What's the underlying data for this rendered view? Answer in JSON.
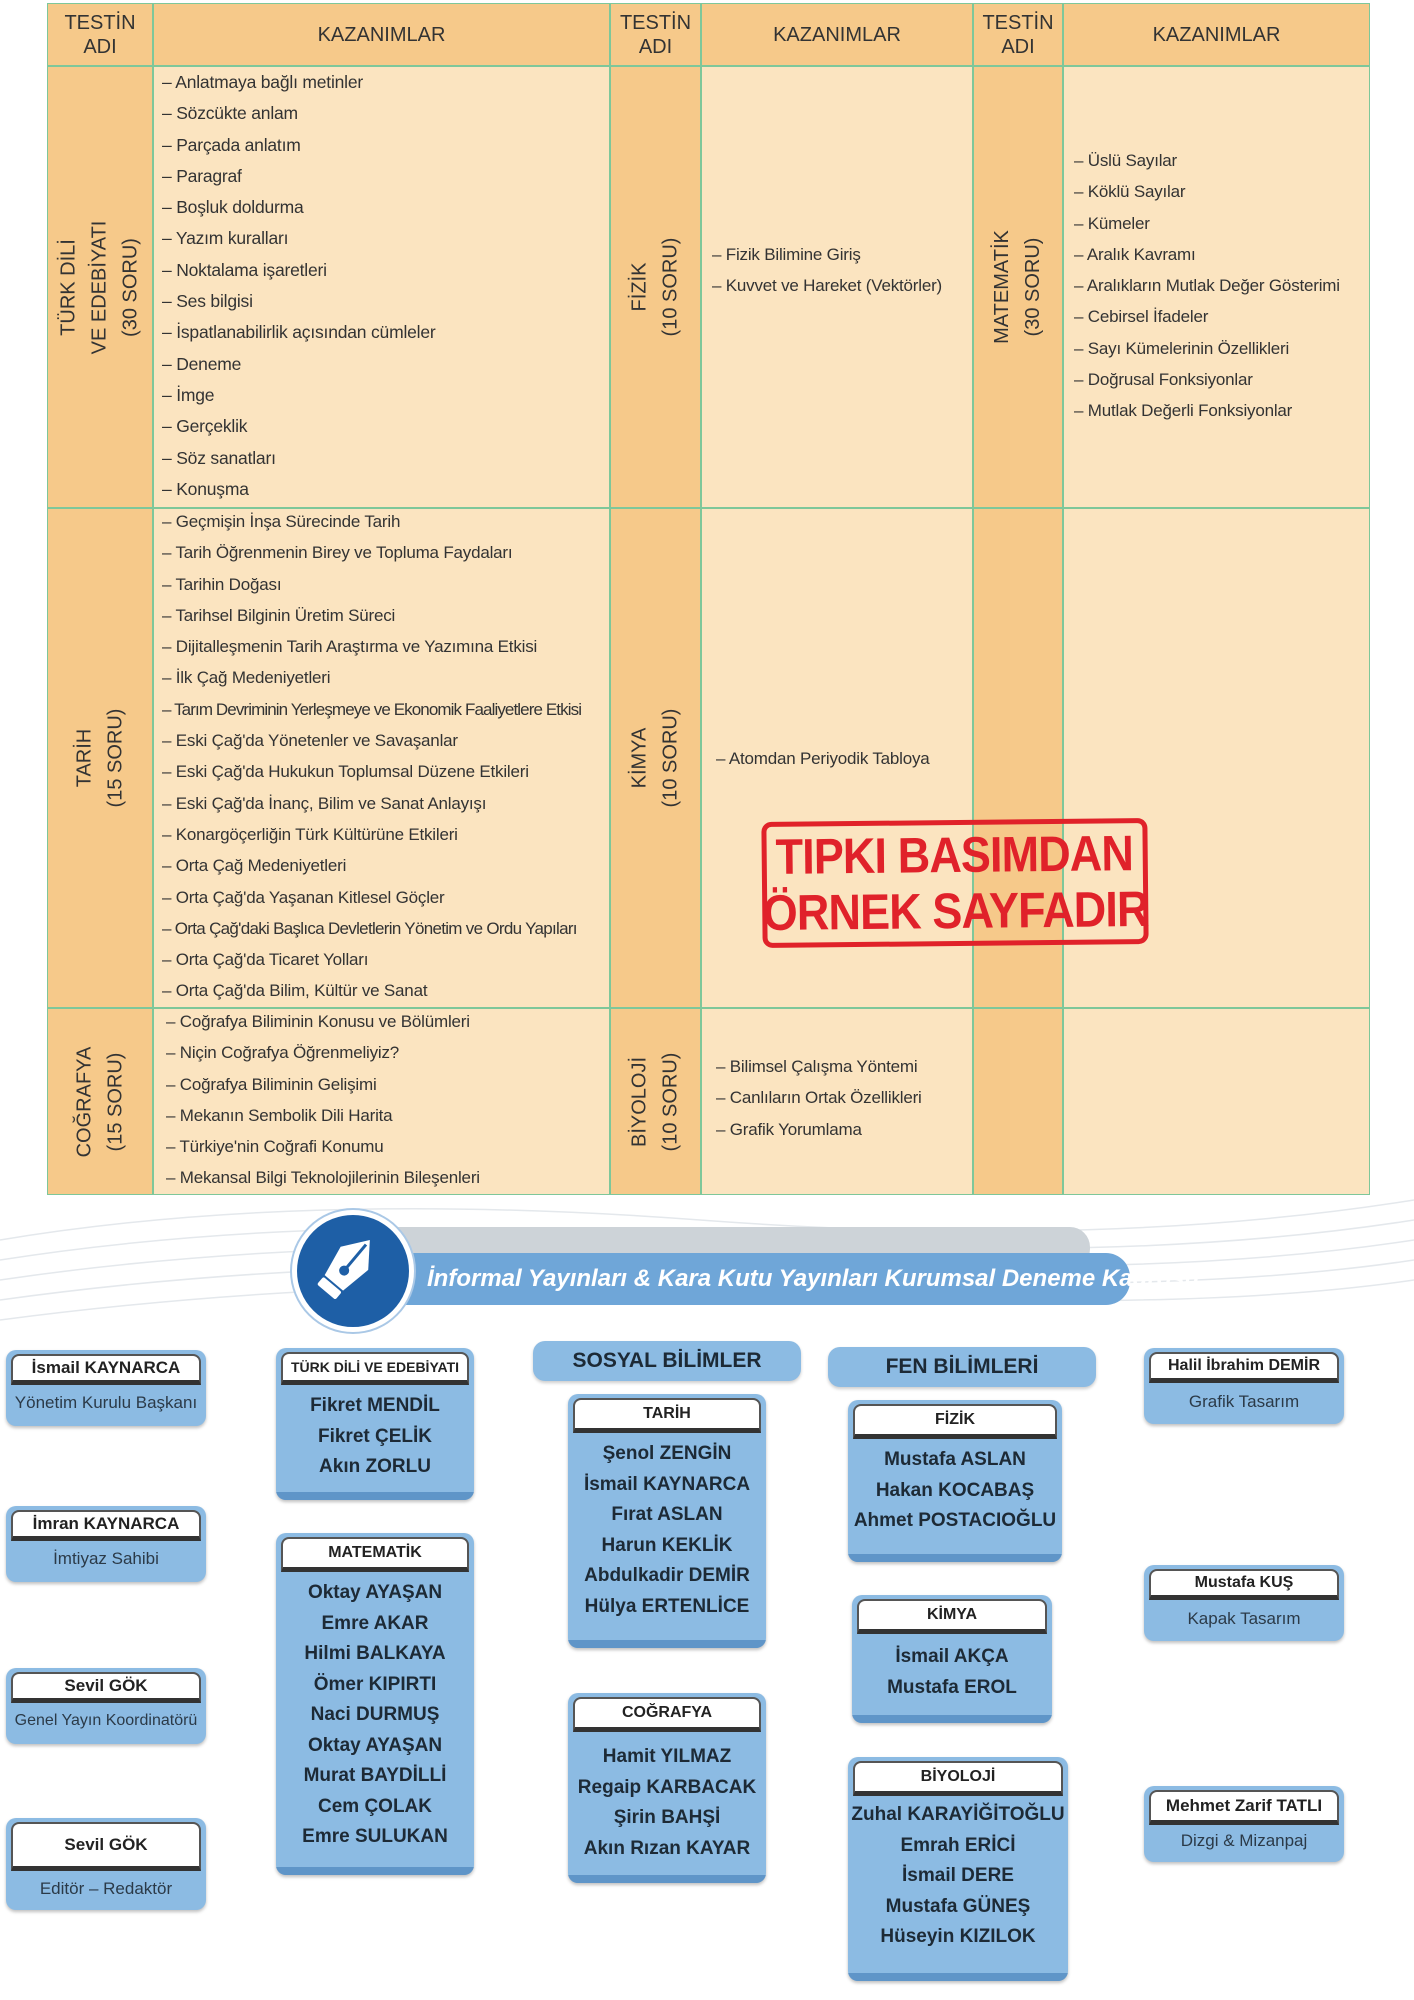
{
  "table": {
    "headers": {
      "testin_adi": "TESTİN ADI",
      "kazanimlar": "KAZANIMLAR"
    },
    "col1": [
      {
        "subject_lines": [
          "TÜRK DİLİ",
          "VE EDEBİYATI",
          "(30 SORU)"
        ],
        "items": [
          "Anlatmaya bağlı metinler",
          "Sözcükte anlam",
          "Parçada anlatım",
          "Paragraf",
          "Boşluk doldurma",
          "Yazım kuralları",
          "Noktalama işaretleri",
          "Ses bilgisi",
          "İspatlanabilirlik açısından cümleler",
          "Deneme",
          "İmge",
          "Gerçeklik",
          "Söz sanatları",
          "Konuşma"
        ]
      },
      {
        "subject_lines": [
          "TARİH",
          "(15 SORU)"
        ],
        "items": [
          "Geçmişin İnşa Sürecinde Tarih",
          "Tarih Öğrenmenin Birey ve Topluma Faydaları",
          "Tarihin Doğası",
          "Tarihsel Bilginin Üretim Süreci",
          "Dijitalleşmenin Tarih Araştırma ve Yazımına Etkisi",
          "İlk Çağ Medeniyetleri",
          "Tarım Devriminin Yerleşmeye ve Ekonomik Faaliyetlere Etkisi",
          "Eski Çağ'da Yönetenler ve Savaşanlar",
          "Eski Çağ'da Hukukun Toplumsal Düzene Etkileri",
          "Eski Çağ'da İnanç, Bilim ve Sanat Anlayışı",
          "Konargöçerliğin Türk Kültürüne Etkileri",
          "Orta Çağ Medeniyetleri",
          "Orta Çağ'da Yaşanan Kitlesel Göçler",
          "Orta Çağ'daki Başlıca Devletlerin Yönetim ve Ordu Yapıları",
          "Orta Çağ'da Ticaret Yolları",
          "Orta Çağ'da Bilim, Kültür ve Sanat"
        ]
      },
      {
        "subject_lines": [
          "COĞRAFYA",
          "(15 SORU)"
        ],
        "items": [
          "Coğrafya Biliminin Konusu ve Bölümleri",
          "Niçin Coğrafya Öğrenmeliyiz?",
          "Coğrafya Biliminin Gelişimi",
          "Mekanın Sembolik Dili Harita",
          "Türkiye'nin Coğrafi Konumu",
          "Mekansal Bilgi Teknolojilerinin Bileşenleri"
        ]
      }
    ],
    "col2": [
      {
        "subject_lines": [
          "FİZİK",
          "(10 SORU)"
        ],
        "items": [
          "Fizik Bilimine Giriş",
          "Kuvvet ve Hareket (Vektörler)"
        ]
      },
      {
        "subject_lines": [
          "KİMYA",
          "(10 SORU)"
        ],
        "items": [
          "Atomdan Periyodik Tabloya"
        ]
      },
      {
        "subject_lines": [
          "BİYOLOJİ",
          "(10 SORU)"
        ],
        "items": [
          "Bilimsel Çalışma Yöntemi",
          "Canlıların Ortak Özellikleri",
          "Grafik Yorumlama"
        ]
      }
    ],
    "col3": [
      {
        "subject_lines": [
          "MATEMATİK",
          "(30 SORU)"
        ],
        "items": [
          "Üslü Sayılar",
          "Köklü Sayılar",
          "Kümeler",
          "Aralık Kavramı",
          "Aralıkların Mutlak Değer Gösterimi",
          "Cebirsel İfadeler",
          "Sayı Kümelerinin Özellikleri",
          "Doğrusal Fonksiyonlar",
          "Mutlak Değerli Fonksiyonlar"
        ]
      }
    ]
  },
  "stamp": {
    "line1": "TIPKI BASIMDAN",
    "line2": "ÖRNEK SAYFADIR"
  },
  "banner": {
    "title": "İnformal Yayınları & Kara Kutu Yayınları Kurumsal Deneme Kadrosu"
  },
  "staff": {
    "left": [
      {
        "name": "İsmail KAYNARCA",
        "role": "Yönetim Kurulu Başkanı"
      },
      {
        "name": "İmran KAYNARCA",
        "role": "İmtiyaz Sahibi"
      },
      {
        "name": "Sevil GÖK",
        "role": "Genel Yayın Koordinatörü"
      },
      {
        "name": "Sevil GÖK",
        "role": "Editör – Redaktör"
      }
    ],
    "right": [
      {
        "name": "Halil İbrahim DEMİR",
        "role": "Grafik Tasarım"
      },
      {
        "name": "Mustafa KUŞ",
        "role": "Kapak Tasarım"
      },
      {
        "name": "Mehmet Zarif TATLI",
        "role": "Dizgi & Mizanpaj"
      }
    ],
    "turk_dili": {
      "title": "TÜRK DİLİ VE EDEBİYATI",
      "names": [
        "Fikret MENDİL",
        "Fikret ÇELİK",
        "Akın ZORLU"
      ]
    },
    "matematik": {
      "title": "MATEMATİK",
      "names": [
        "Oktay AYAŞAN",
        "Emre AKAR",
        "Hilmi BALKAYA",
        "Ömer KIPIRTI",
        "Naci DURMUŞ",
        "Oktay AYAŞAN",
        "Murat BAYDİLLİ",
        "Cem ÇOLAK",
        "Emre SULUKAN"
      ]
    },
    "sosyal_title": "SOSYAL BİLİMLER",
    "tarih": {
      "title": "TARİH",
      "names": [
        "Şenol ZENGİN",
        "İsmail KAYNARCA",
        "Fırat ASLAN",
        "Harun KEKLİK",
        "Abdulkadir DEMİR",
        "Hülya ERTENLİCE"
      ]
    },
    "cografya": {
      "title": "COĞRAFYA",
      "names": [
        "Hamit YILMAZ",
        "Regaip KARBACAK",
        "Şirin BAHŞİ",
        "Akın Rızan KAYAR"
      ]
    },
    "fen_title": "FEN BİLİMLERİ",
    "fizik": {
      "title": "FİZİK",
      "names": [
        "Mustafa ASLAN",
        "Hakan KOCABAŞ",
        "Ahmet POSTACIOĞLU"
      ]
    },
    "kimya": {
      "title": "KİMYA",
      "names": [
        "İsmail AKÇA",
        "Mustafa EROL"
      ]
    },
    "biyoloji": {
      "title": "BİYOLOJİ",
      "names": [
        "Zuhal KARAYİĞİTOĞLU",
        "Emrah ERİCİ",
        "İsmail DERE",
        "Mustafa GÜNEŞ",
        "Hüseyin KIZILOK"
      ]
    }
  },
  "colors": {
    "header": "#f6c98a",
    "body": "#fbe4c0",
    "border": "#7ec79a",
    "stamp": "#e0222a",
    "box": "#8cbbe3",
    "banner": "#6fa6d8"
  }
}
